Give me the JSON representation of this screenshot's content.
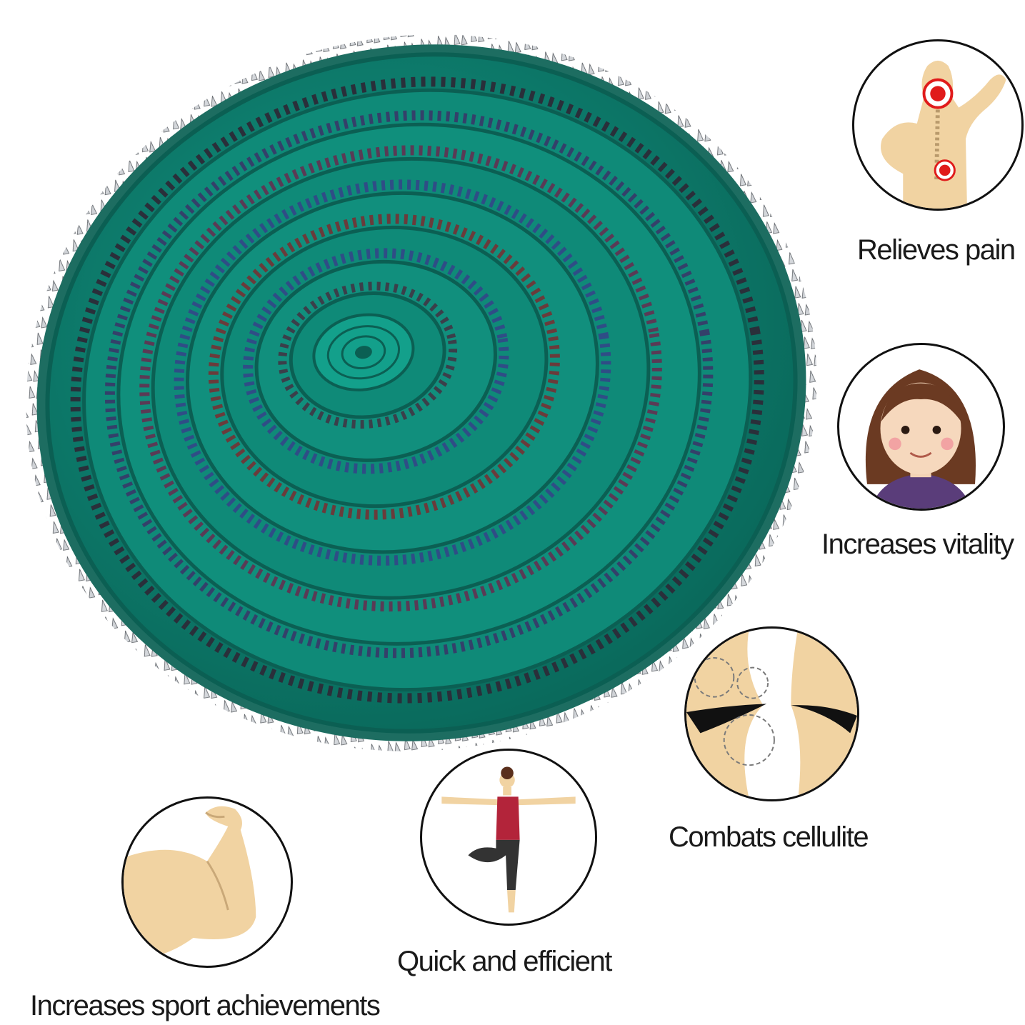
{
  "product": {
    "icon": "spiral-spiked-massage-mat"
  },
  "benefits": [
    {
      "id": "pain",
      "label": "Relieves pain",
      "icon": "back-pain-icon"
    },
    {
      "id": "vitality",
      "label": "Increases vitality",
      "icon": "smiling-woman-icon"
    },
    {
      "id": "cellulite",
      "label": "Combats cellulite",
      "icon": "thighs-cellulite-icon"
    },
    {
      "id": "efficient",
      "label": "Quick and efficient",
      "icon": "yoga-tree-pose-icon"
    },
    {
      "id": "sport",
      "label": "Increases sport achievements",
      "icon": "flexed-arm-icon"
    }
  ],
  "colors": {
    "mat_green": "#0f8a78",
    "mat_dark": "#0b5f53",
    "spike": "#c9ccd0",
    "skin": "#f1d3a2",
    "pain_red": "#e01b1b",
    "text": "#1a1a1a"
  }
}
